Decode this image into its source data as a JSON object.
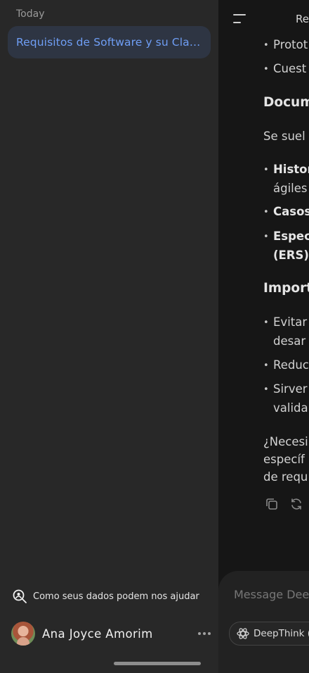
{
  "sidebar": {
    "section_label": "Today",
    "chats": [
      {
        "title": "Requisitos de Software y su Clasi..."
      }
    ],
    "privacy_link": "Como seus dados podem nos ajudar",
    "user": {
      "name": "Ana Joyce Amorim"
    }
  },
  "main": {
    "header_title": "Re",
    "lines": {
      "b1": "Protot",
      "b2": "Cuest",
      "h1": "Docum",
      "p1": "Se suel",
      "b3a": "Histor",
      "b3b": "ágiles",
      "b4": "Casos",
      "b5a": "Espec",
      "b5b": "(ERS)",
      "h2": "Import",
      "b6a": "Evitar",
      "b6b": "desar",
      "b7": "Reduc",
      "b8a": "Sirver",
      "b8b": "valida",
      "q1": "¿Necesi",
      "q2": "específ",
      "q3": "de requ"
    },
    "composer": {
      "placeholder": "Message Dee",
      "deepthink_label": "DeepThink (R"
    }
  },
  "icons": {
    "privacy": "search-person-icon",
    "menu": "menu-icon",
    "copy": "copy-icon",
    "regenerate": "refresh-icon",
    "deepthink": "atom-icon",
    "more": "more-horizontal-icon"
  },
  "colors": {
    "accent": "#6f9ef5",
    "sidebar_bg": "#282828",
    "selected_chat_bg": "#2e3543",
    "main_bg": "#161616"
  }
}
